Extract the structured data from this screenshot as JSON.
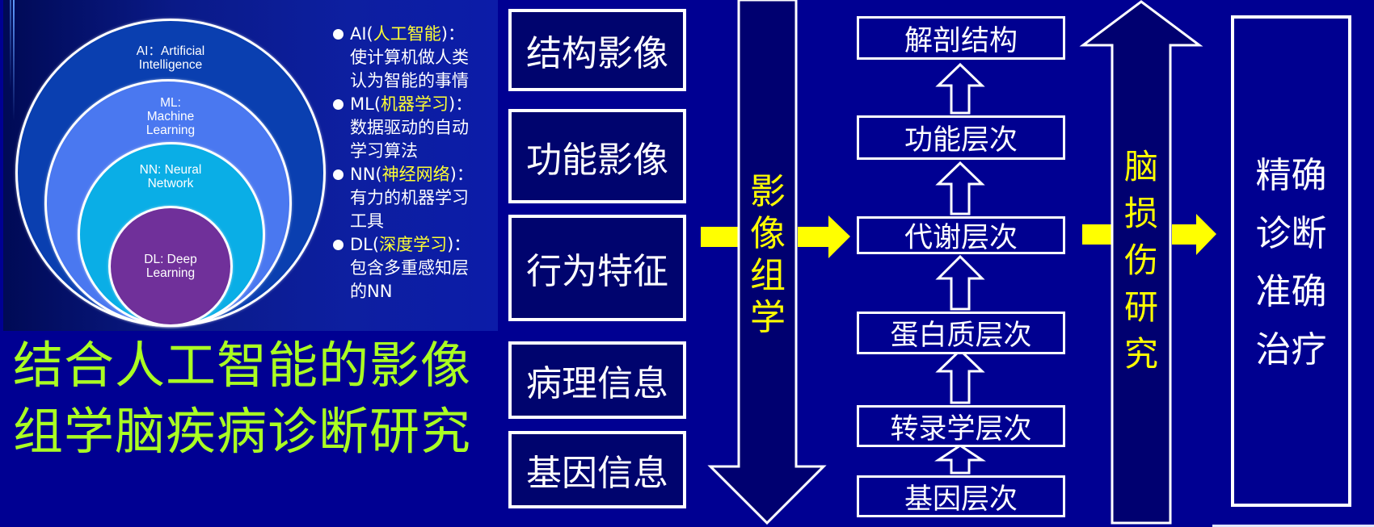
{
  "colors": {
    "background": "#000092",
    "title": "#aaff22",
    "highlight": "#ffff00",
    "box_border": "#ffffff",
    "ai_circle": "#0a3fb0",
    "ml_circle": "#4a78f0",
    "nn_circle": "#0aaee6",
    "dl_circle": "#70309a"
  },
  "ai_diagram": {
    "circles": [
      {
        "id": "ai",
        "label_lines": [
          "AI：Artificial",
          "Intelligence"
        ]
      },
      {
        "id": "ml",
        "label_lines": [
          "ML:",
          "Machine",
          "Learning"
        ]
      },
      {
        "id": "nn",
        "label_lines": [
          "NN: Neural",
          "Network"
        ]
      },
      {
        "id": "dl",
        "label_lines": [
          "DL: Deep",
          "Learning"
        ]
      }
    ],
    "bullets": [
      {
        "abbr": "AI(",
        "term": "人工智能",
        "close": ")：",
        "desc_lines": [
          "使计算机做人类",
          "认为智能的事情"
        ]
      },
      {
        "abbr": "ML(",
        "term": "机器学习",
        "close": ")：",
        "desc_lines": [
          "数据驱动的自动",
          "学习算法"
        ]
      },
      {
        "abbr": "NN(",
        "term": "神经网络",
        "close": ")：",
        "desc_lines": [
          "有力的机器学习",
          "工具"
        ]
      },
      {
        "abbr": "DL(",
        "term": "深度学习",
        "close": ")：",
        "desc_lines": [
          "包含多重感知层",
          "的NN"
        ]
      }
    ]
  },
  "title": {
    "line1": "结合人工智能的影像",
    "line2": "组学脑疾病诊断研究"
  },
  "inputs": [
    "结构影像",
    "功能影像",
    "行为特征",
    "病理信息",
    "基因信息"
  ],
  "radiomics_arrow": {
    "chars": [
      "影",
      "像",
      "组",
      "学"
    ],
    "direction": "down"
  },
  "levels": [
    "解剖结构",
    "功能层次",
    "代谢层次",
    "蛋白质层次",
    "转录学层次",
    "基因层次"
  ],
  "research_arrow": {
    "chars": [
      "脑",
      "损",
      "伤",
      "研",
      "究"
    ],
    "direction": "up"
  },
  "outcome": {
    "lines": [
      "精确",
      "诊断",
      "准确",
      "治疗"
    ]
  }
}
